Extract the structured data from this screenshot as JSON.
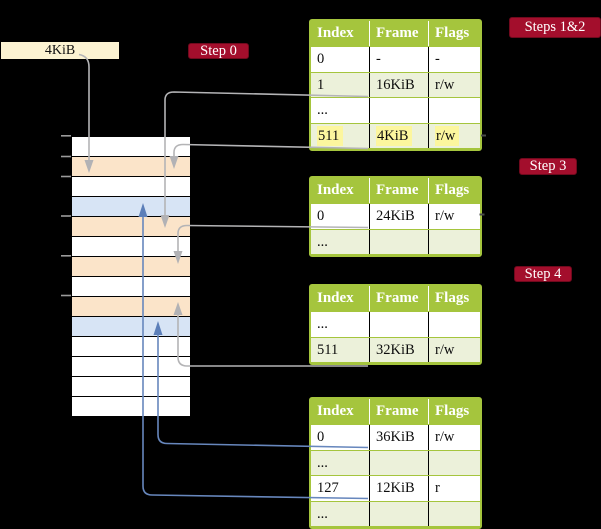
{
  "palette": {
    "background": "#000000",
    "table_green": "#a5c53d",
    "table_row_green": "#ecf1da",
    "memory_peach": "#fbe4c9",
    "memory_blue": "#d7e4f5",
    "frame_box_cream": "#fcf3d2",
    "highlight_yellow": "#fcf69e",
    "step_chip_red": "#a30e2c",
    "gray_line": "#b4b4b6",
    "blue_line": "#6787bd"
  },
  "frame_box": {
    "label": "4KiB"
  },
  "step_labels": {
    "step0": "Step 0",
    "steps12": "Steps 1&2",
    "step3": "Step 3",
    "step4": "Step 4"
  },
  "memory_column": {
    "row_fills": [
      "white",
      "peach",
      "white",
      "blue",
      "peach",
      "white",
      "peach",
      "white",
      "peach",
      "blue",
      "white",
      "white",
      "white",
      "white"
    ]
  },
  "page_tables": [
    {
      "name": "page-table-steps-1-2",
      "headers": [
        "Index",
        "Frame",
        "Flags"
      ],
      "rows": [
        [
          "0",
          "-",
          "-"
        ],
        [
          "1",
          "16KiB",
          "r/w"
        ],
        [
          "...",
          "",
          ""
        ],
        [
          "511",
          "4KiB",
          "r/w"
        ]
      ],
      "highlight_row_index": 3
    },
    {
      "name": "page-table-step-3",
      "headers": [
        "Index",
        "Frame",
        "Flags"
      ],
      "rows": [
        [
          "0",
          "24KiB",
          "r/w"
        ],
        [
          "...",
          "",
          ""
        ]
      ],
      "highlight_row_index": -1
    },
    {
      "name": "page-table-step-4",
      "headers": [
        "Index",
        "Frame",
        "Flags"
      ],
      "rows": [
        [
          "...",
          "",
          ""
        ],
        [
          "511",
          "32KiB",
          "r/w"
        ]
      ],
      "highlight_row_index": -1
    },
    {
      "name": "page-table-final",
      "headers": [
        "Index",
        "Frame",
        "Flags"
      ],
      "rows": [
        [
          "0",
          "36KiB",
          "r/w"
        ],
        [
          "...",
          "",
          ""
        ],
        [
          "127",
          "12KiB",
          "r"
        ],
        [
          "...",
          "",
          ""
        ]
      ],
      "highlight_row_index": -1
    }
  ]
}
